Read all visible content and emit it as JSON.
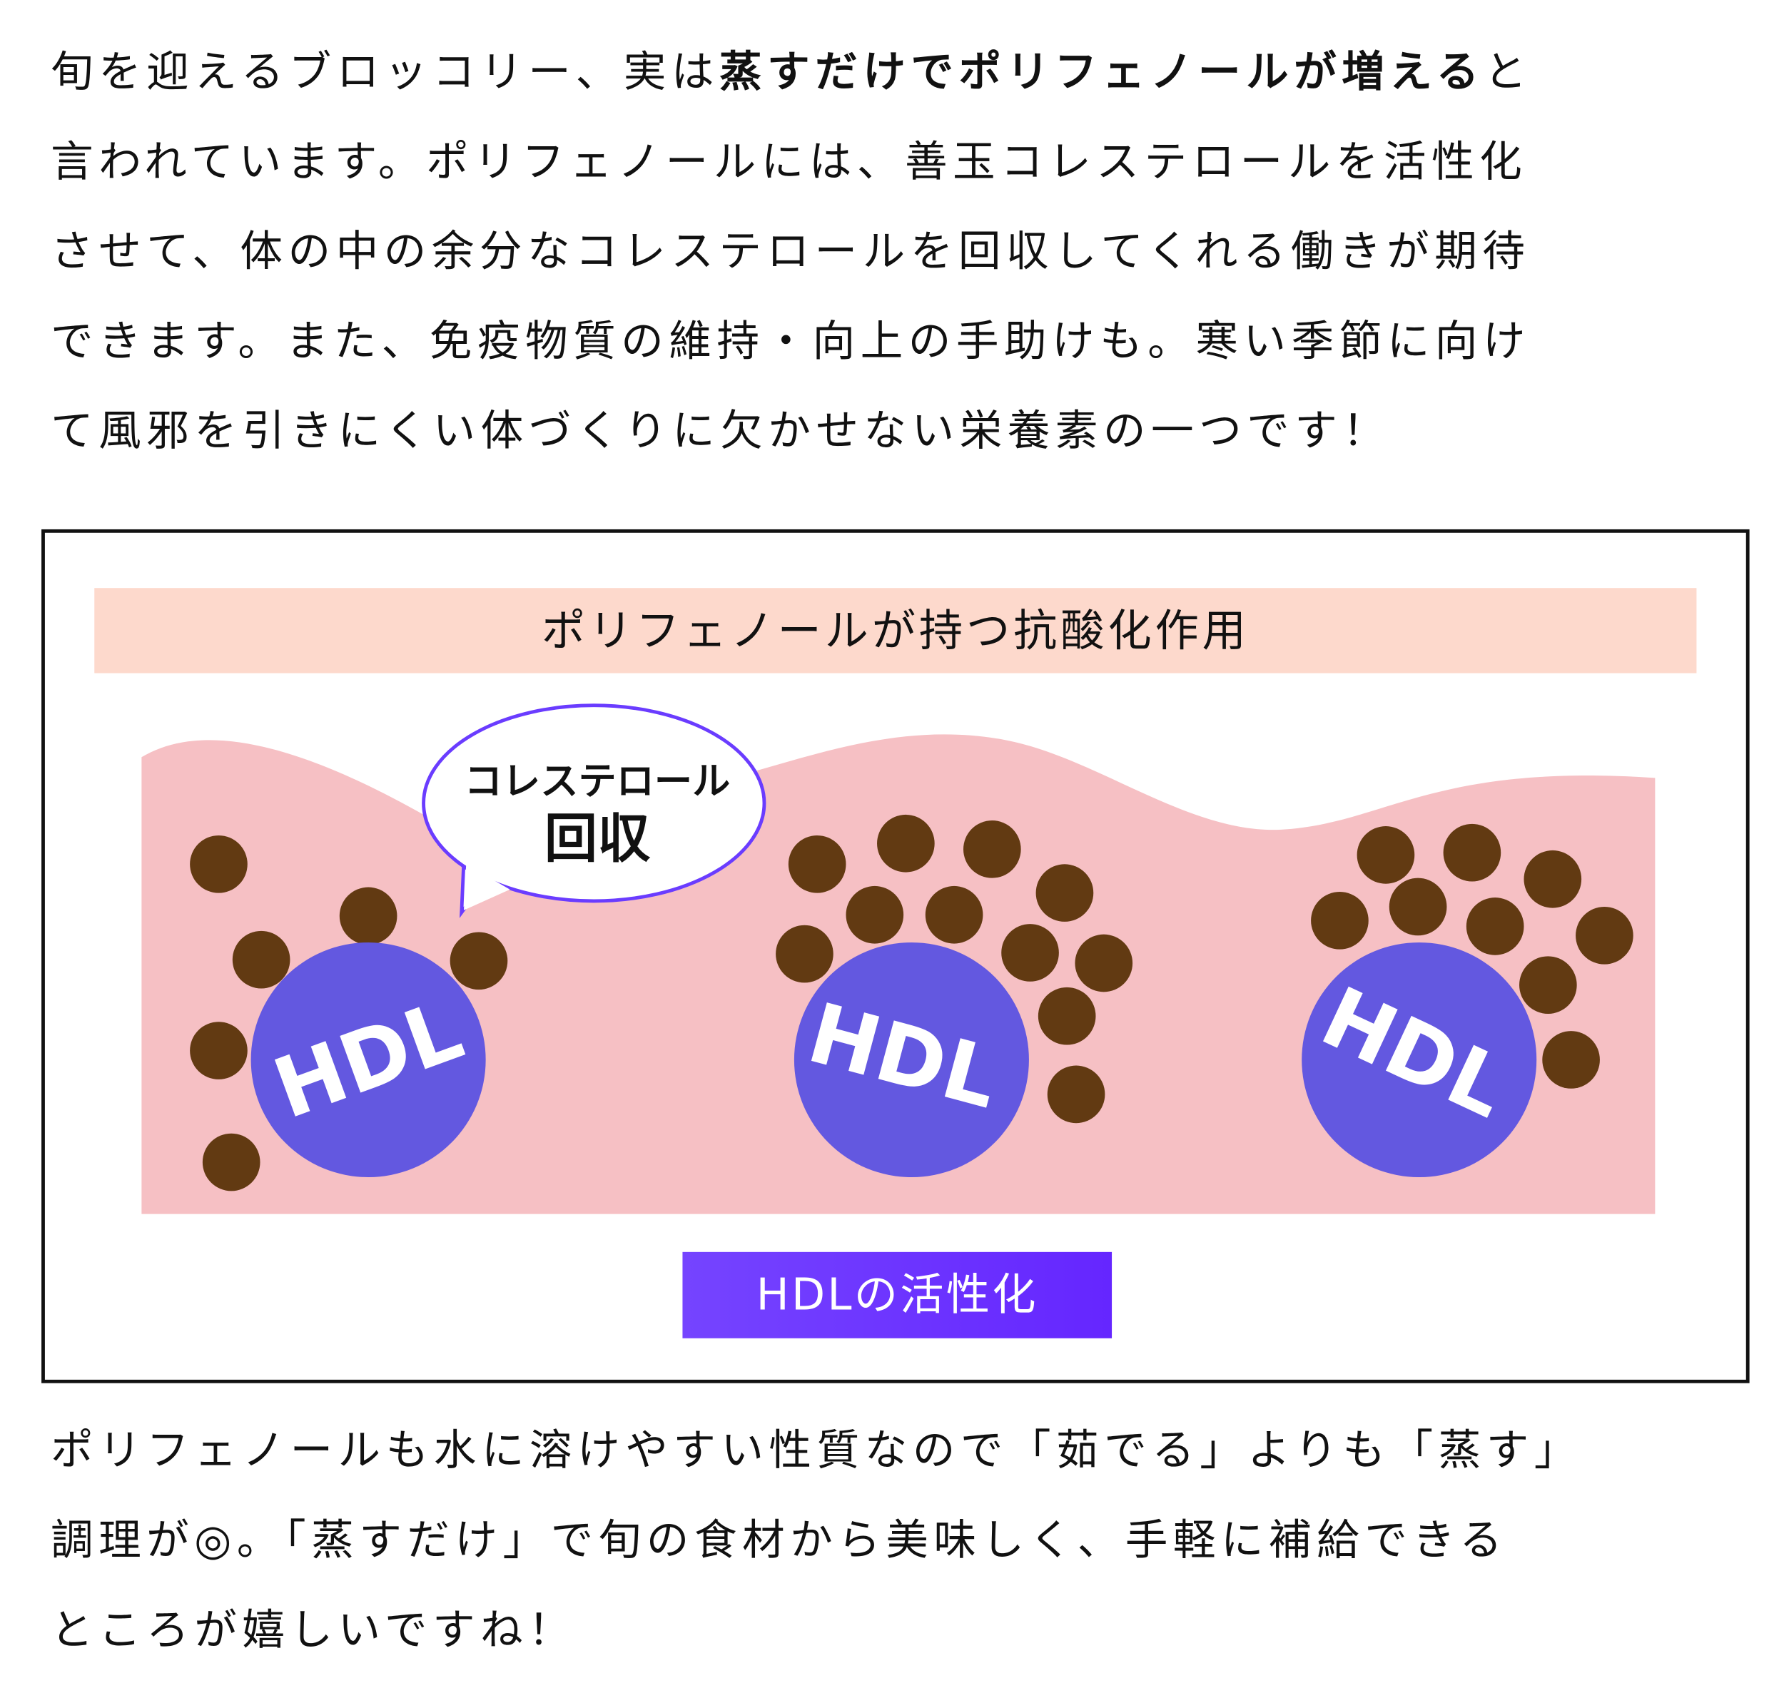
{
  "intro": {
    "line1": {
      "before": "旬を迎えるブロッコリー、実は",
      "bold": "蒸すだけでポリフェノールが増える",
      "after": "と"
    },
    "lines": [
      "言われています。ポリフェノールには、善玉コレステロールを活性化",
      "させて、体の中の余分なコレステロールを回収してくれる働きが期待",
      "できます。また、免疫物質の維持・向上の手助けも。寒い季節に向け",
      "て風邪を引きにくい体づくりに欠かせない栄養素の一つです！"
    ]
  },
  "diagram": {
    "title": "ポリフェノールが持つ抗酸化作用",
    "bubble_line1": "コレステロール",
    "bubble_line2": "回収",
    "hdl_label": "HDL",
    "caption": "HDLの活性化",
    "colors": {
      "band": "#fdd9cc",
      "vessel": "#f6c0c4",
      "hdl": "#6358e0",
      "cholesterol": "#623a12",
      "accent": "#6a2bff"
    }
  },
  "outro": {
    "lines": [
      "ポリフェノールも水に溶けやすい性質なので「茹でる」よりも「蒸す」",
      "調理が◎。「蒸すだけ」で旬の食材から美味しく、手軽に補給できる",
      "ところが嬉しいですね！"
    ]
  }
}
